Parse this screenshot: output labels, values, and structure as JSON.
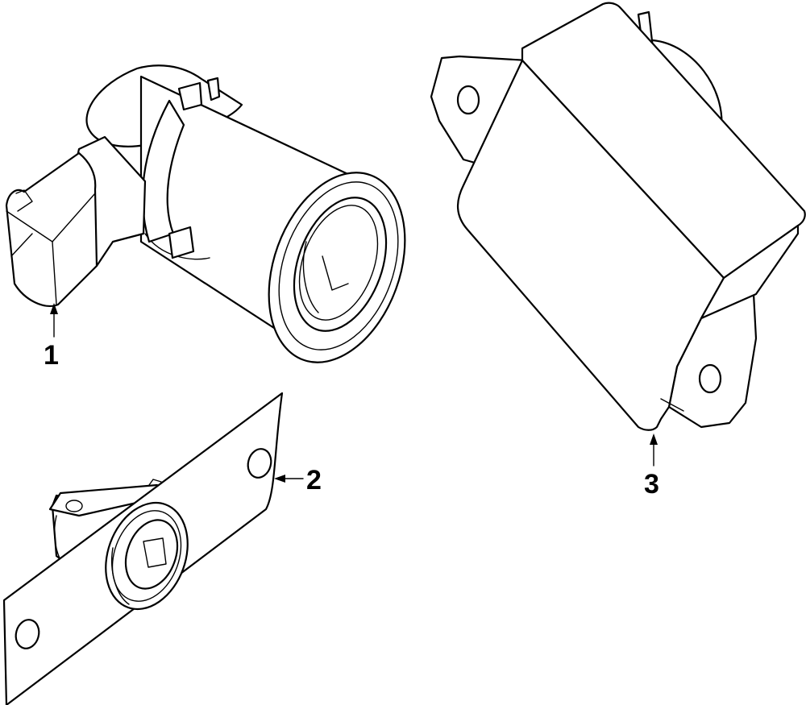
{
  "callouts": [
    {
      "number": "1"
    },
    {
      "number": "2"
    },
    {
      "number": "3"
    }
  ],
  "colors": {
    "line": "#000000",
    "background": "#ffffff"
  },
  "icons": {
    "part1": "parking-sensor-icon",
    "part2": "sensor-mounting-bracket-icon",
    "part3": "control-module-icon"
  }
}
